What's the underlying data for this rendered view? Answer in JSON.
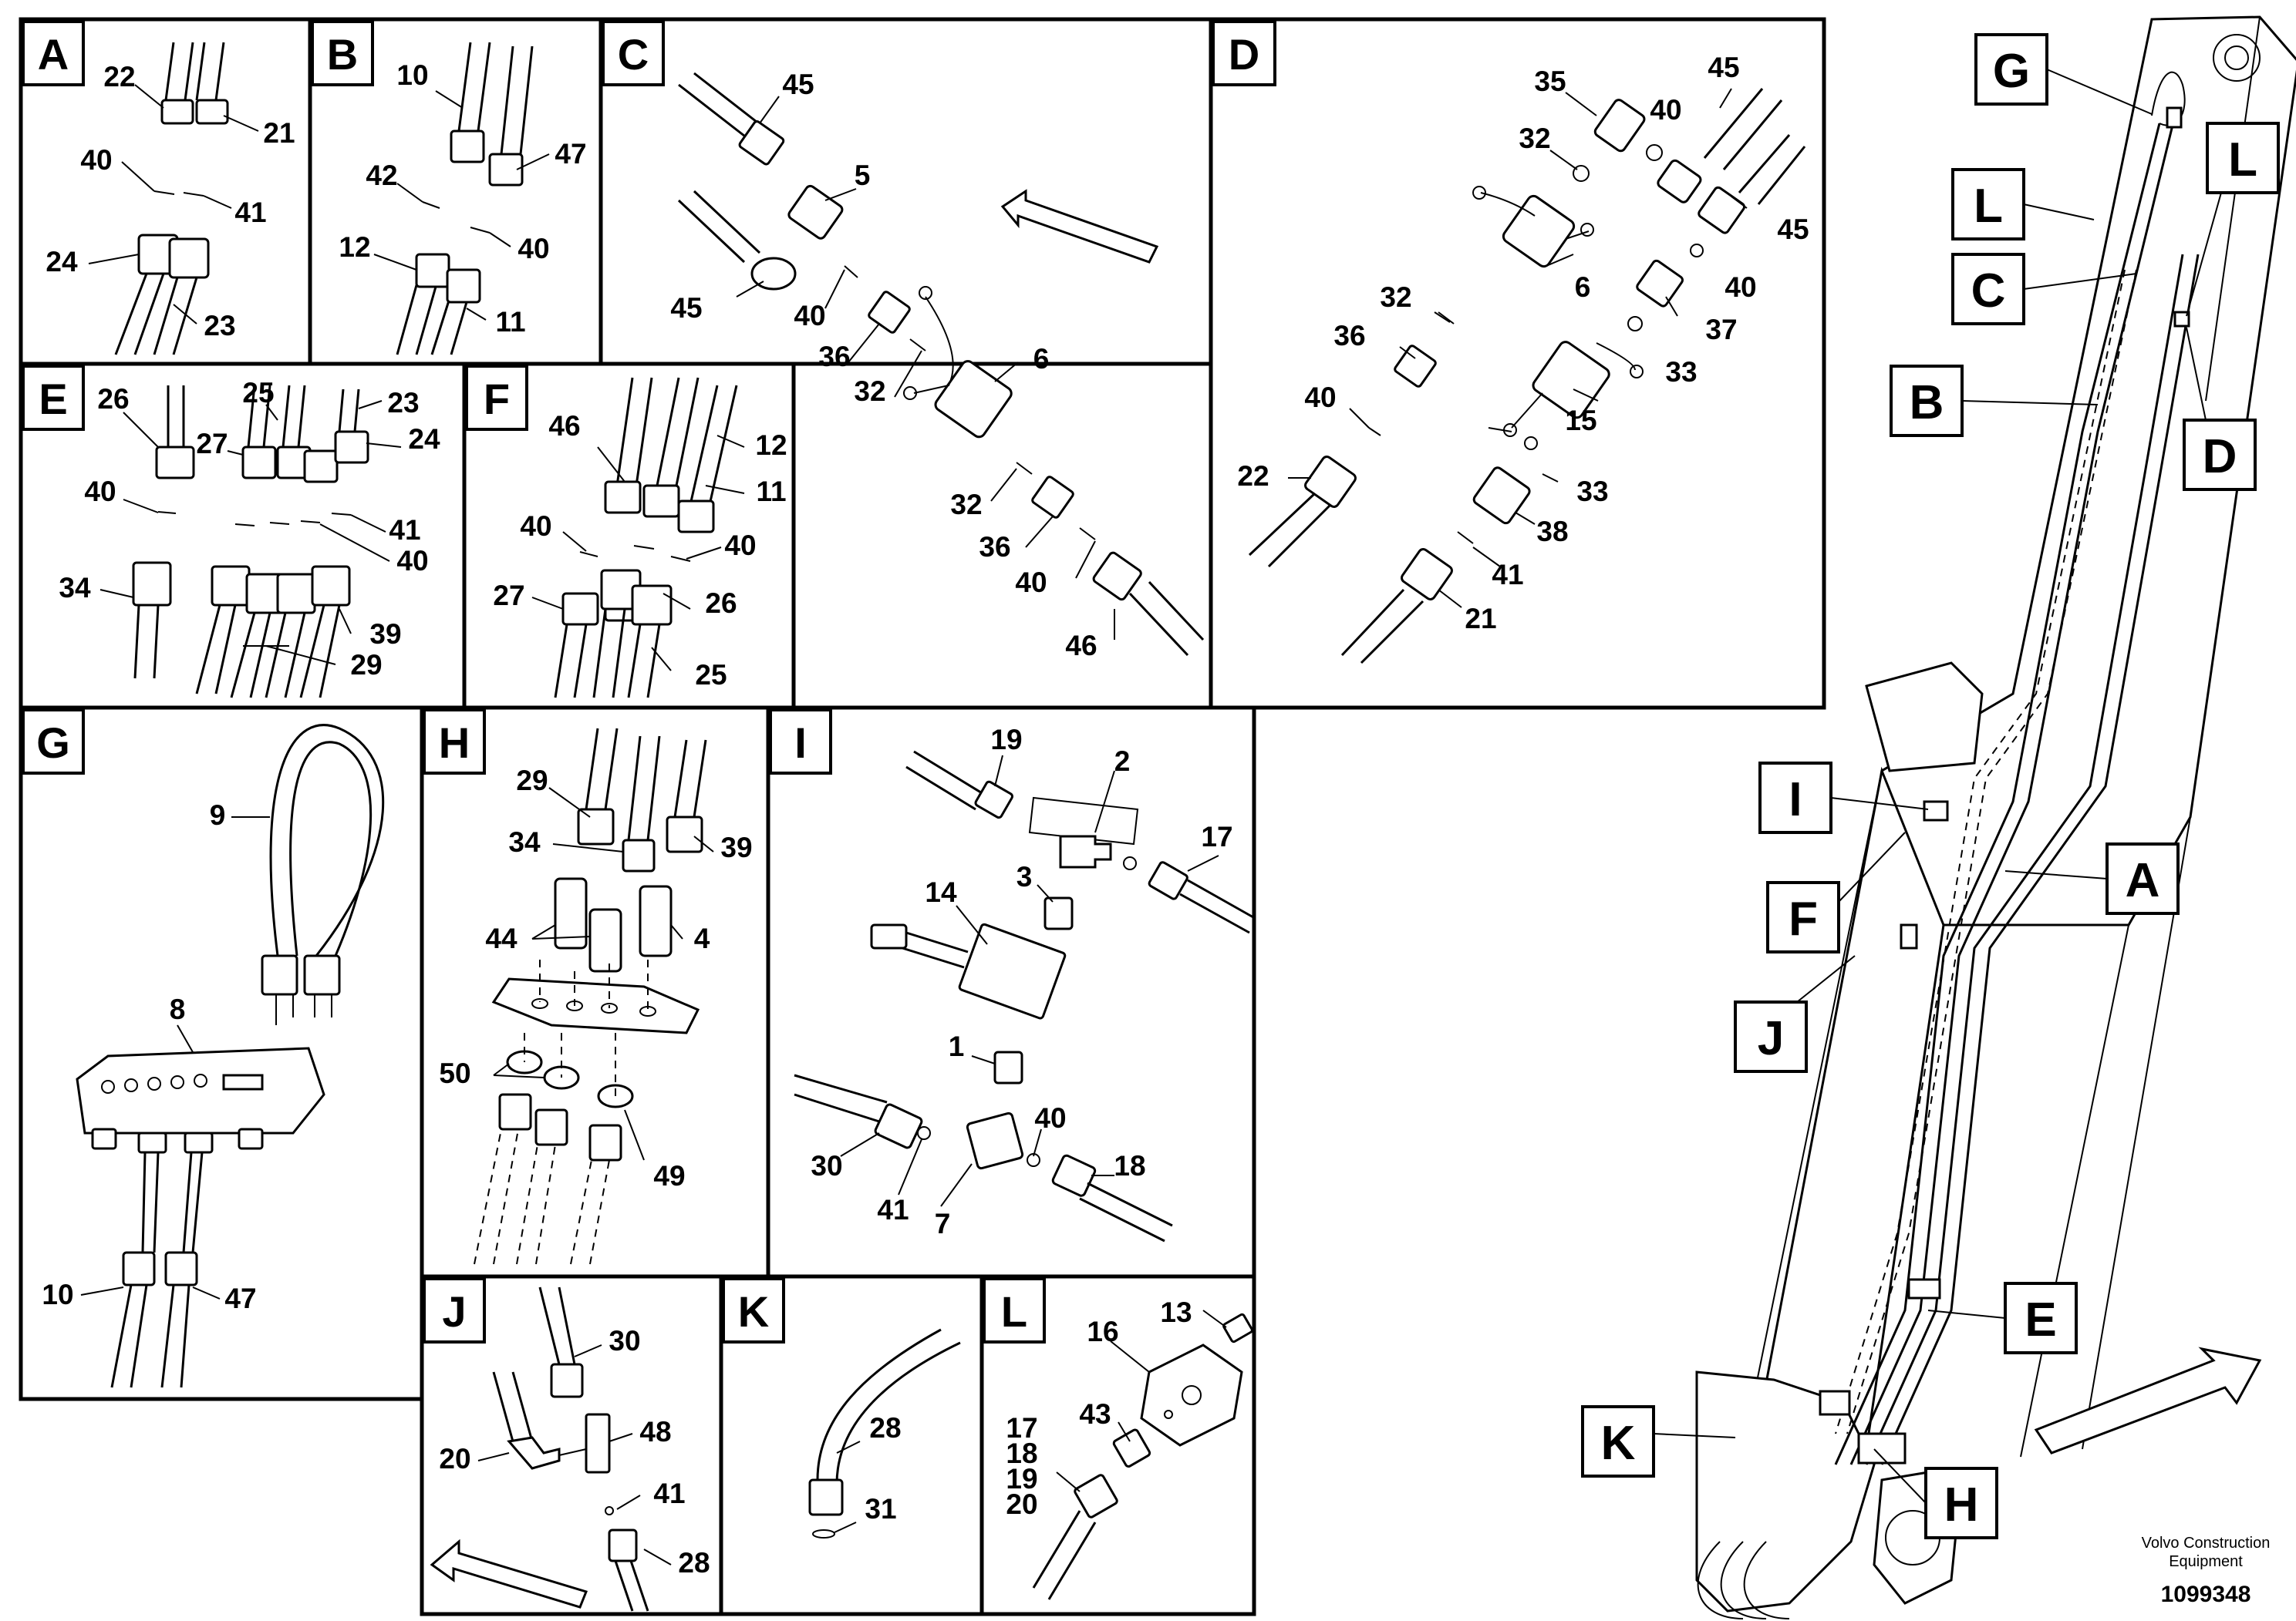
{
  "panels": {
    "A": {
      "label": "A",
      "parts": [
        "22",
        "21",
        "40",
        "41",
        "24",
        "23"
      ]
    },
    "B": {
      "label": "B",
      "parts": [
        "10",
        "47",
        "42",
        "40",
        "12",
        "11"
      ]
    },
    "C": {
      "label": "C",
      "parts": [
        "45",
        "5",
        "45",
        "40",
        "36",
        "32",
        "6",
        "32",
        "36",
        "40",
        "46"
      ]
    },
    "D": {
      "label": "D",
      "parts": [
        "35",
        "45",
        "40",
        "32",
        "45",
        "6",
        "40",
        "32",
        "37",
        "36",
        "33",
        "40",
        "15",
        "22",
        "33",
        "38",
        "41",
        "21"
      ]
    },
    "E": {
      "label": "E",
      "parts": [
        "26",
        "25",
        "23",
        "27",
        "24",
        "40",
        "41",
        "40",
        "34",
        "39",
        "29"
      ]
    },
    "F": {
      "label": "F",
      "parts": [
        "46",
        "12",
        "11",
        "40",
        "40",
        "27",
        "26",
        "25"
      ]
    },
    "G": {
      "label": "G",
      "parts": [
        "9",
        "8",
        "10",
        "47"
      ]
    },
    "H": {
      "label": "H",
      "parts": [
        "29",
        "34",
        "39",
        "44",
        "4",
        "50",
        "49"
      ]
    },
    "I": {
      "label": "I",
      "parts": [
        "19",
        "2",
        "17",
        "14",
        "3",
        "1",
        "40",
        "18",
        "30",
        "41",
        "7"
      ]
    },
    "J": {
      "label": "J",
      "parts": [
        "30",
        "20",
        "48",
        "41",
        "28"
      ]
    },
    "K": {
      "label": "K",
      "parts": [
        "28",
        "31"
      ]
    },
    "L": {
      "label": "L",
      "parts": [
        "13",
        "16",
        "43",
        "17",
        "18",
        "19",
        "20"
      ]
    }
  },
  "callouts": [
    "G",
    "L",
    "L",
    "C",
    "B",
    "D",
    "I",
    "A",
    "F",
    "J",
    "E",
    "K",
    "H"
  ],
  "footer": {
    "credit_line1": "Volvo Construction",
    "credit_line2": "Equipment",
    "doc_id": "1099348"
  },
  "colors": {
    "ink": "#000000",
    "paper": "#ffffff"
  }
}
